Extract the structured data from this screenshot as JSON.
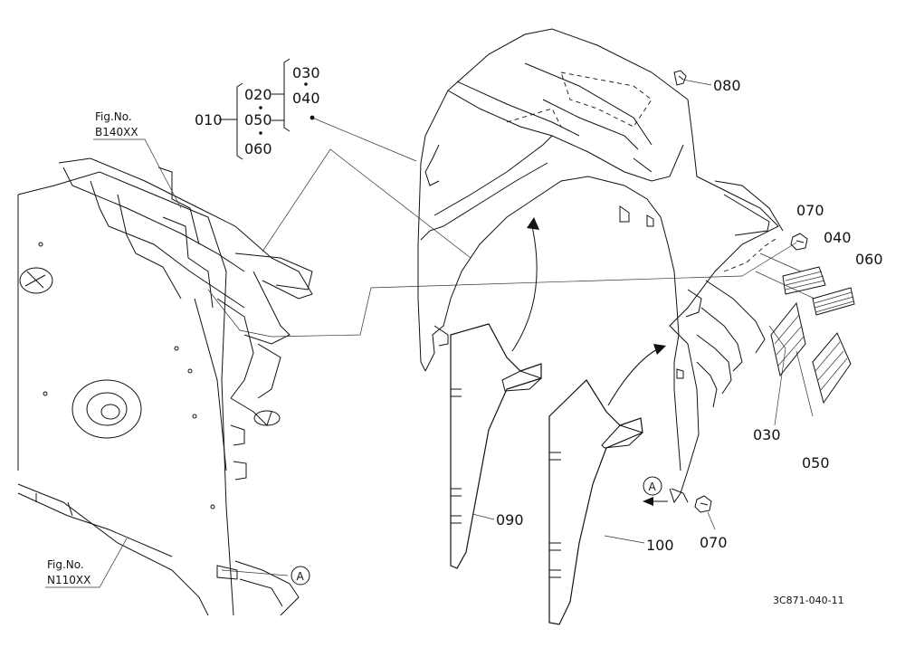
{
  "figure_refs": {
    "top": {
      "line1": "Fig.No.",
      "line2": "B140XX"
    },
    "bottom": {
      "line1": "Fig.No.",
      "line2": "N110XX"
    }
  },
  "callouts": {
    "p010": "010",
    "p020": "020",
    "p030": "030",
    "p040a": "040",
    "p050a": "050",
    "p060a": "060",
    "p070a": "070",
    "p070b": "070",
    "p080": "080",
    "p040b": "040",
    "p060b": "060",
    "p030b": "030",
    "p050b": "050",
    "p090": "090",
    "p100": "100"
  },
  "markers": {
    "a1": "A",
    "a2": "A"
  },
  "drawing_code": "3C871-040-11"
}
